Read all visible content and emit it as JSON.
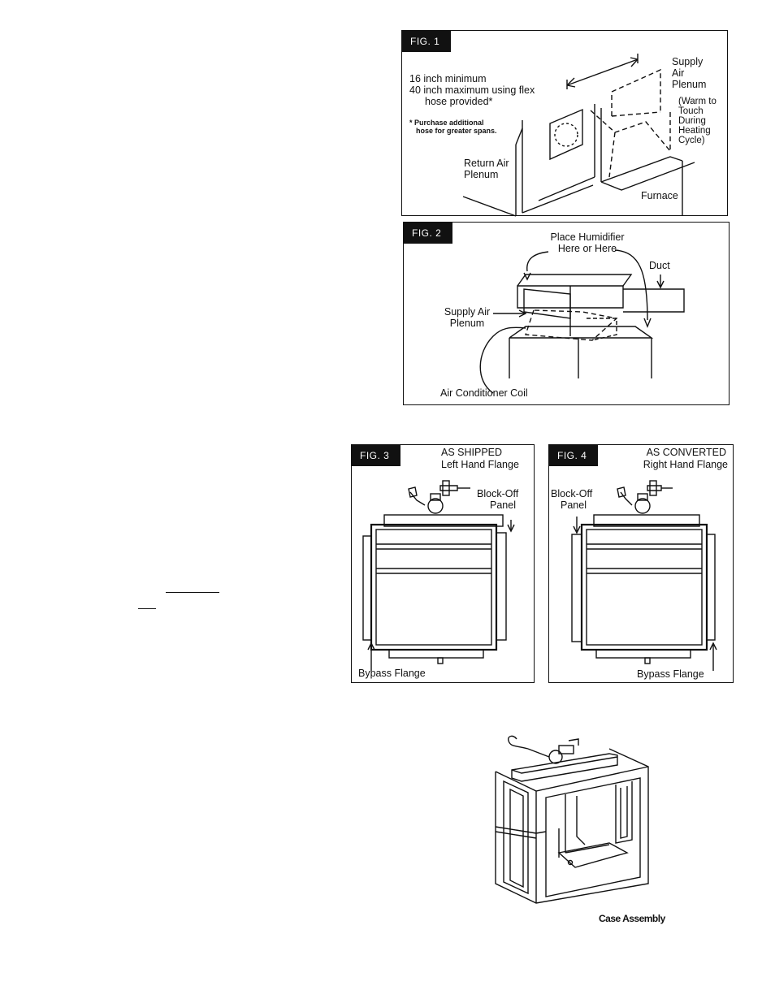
{
  "fig1": {
    "tag": "FIG. 1",
    "line1": "16 inch minimum",
    "line2": "40 inch maximum using flex",
    "line3": "hose provided*",
    "note1": "* Purchase additional",
    "note2": "hose for greater spans.",
    "return1": "Return Air",
    "return2": "Plenum",
    "supply1": "Supply",
    "supply2": "Air",
    "supply3": "Plenum",
    "warm1": "(Warm to",
    "warm2": "Touch",
    "warm3": "During",
    "warm4": "Heating",
    "warm5": "Cycle)",
    "furnace": "Furnace"
  },
  "fig2": {
    "tag": "FIG. 2",
    "place1": "Place Humidifier",
    "place2": "Here or Here",
    "duct": "Duct",
    "supply1": "Supply Air",
    "supply2": "Plenum",
    "coil": "Air Conditioner Coil"
  },
  "fig3": {
    "tag": "FIG. 3",
    "head1": "AS SHIPPED",
    "head2": "Left Hand Flange",
    "block1": "Block-Off",
    "block2": "Panel",
    "bypass": "Bypass Flange"
  },
  "fig4": {
    "tag": "FIG. 4",
    "head1": "AS CONVERTED",
    "head2": "Right Hand Flange",
    "block1": "Block-Off",
    "block2": "Panel",
    "bypass": "Bypass Flange"
  },
  "case_caption": "Case Assembly"
}
